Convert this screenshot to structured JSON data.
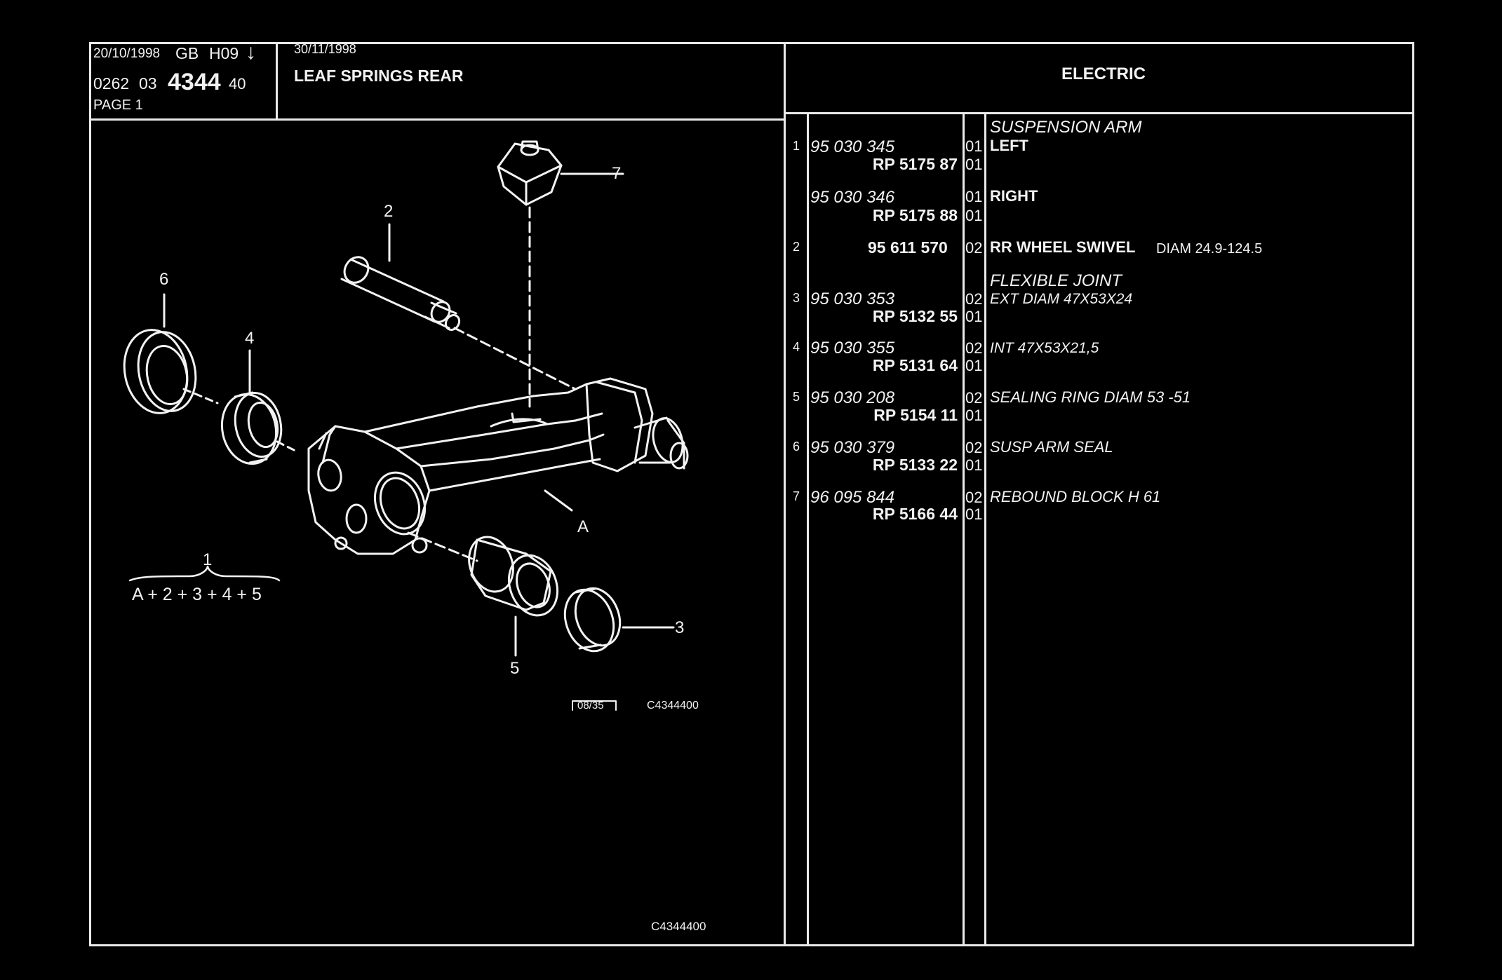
{
  "header": {
    "date1": "20/10/1998",
    "country": "GB",
    "code_h": "H09",
    "arrow_glyph": "↓",
    "num_a": "0262",
    "num_b": "03",
    "num_main": "4344",
    "num_c": "40",
    "page": "PAGE 1",
    "date2": "30/11/1998",
    "title": "LEAF SPRINGS REAR",
    "right_title": "ELECTRIC"
  },
  "diagram": {
    "callouts": [
      "7",
      "2",
      "6",
      "4",
      "A",
      "1",
      "3",
      "5"
    ],
    "formula": "A + 2 + 3 + 4 + 5",
    "boxed_code": "08/35",
    "image_code": "C4344400",
    "footer_code": "C4344400"
  },
  "parts": {
    "group_title": "SUSPENSION ARM",
    "flex_title": "FLEXIBLE JOINT",
    "rows": [
      {
        "idx": "1",
        "ref": "95 030 345",
        "code": "01",
        "desc_b": "LEFT",
        "desc_n": "",
        "rp": "RP  5175 87",
        "code2": "01"
      },
      {
        "idx": "",
        "ref": "95 030 346",
        "code": "01",
        "desc_b": "RIGHT",
        "desc_n": "",
        "rp": "RP  5175 88",
        "code2": "01"
      },
      {
        "idx": "2",
        "ref": "95 611 570",
        "code": "02",
        "desc_b": "RR WHEEL SWIVEL",
        "desc_n": "DIAM 24.9-124.5",
        "rp": "",
        "code2": ""
      },
      {
        "idx": "3",
        "ref": "95 030 353",
        "code": "02",
        "desc_b": "",
        "desc_n": "EXT DIAM 47X53X24",
        "rp": "RP  5132 55",
        "code2": "01"
      },
      {
        "idx": "4",
        "ref": "95 030 355",
        "code": "02",
        "desc_b": "",
        "desc_n": "INT 47X53X21,5",
        "rp": "RP  5131 64",
        "code2": "01"
      },
      {
        "idx": "5",
        "ref": "95 030 208",
        "code": "02",
        "desc_b": "",
        "desc_n": "SEALING RING DIAM 53 -51",
        "rp": "RP  5154 11",
        "code2": "01"
      },
      {
        "idx": "6",
        "ref": "95 030 379",
        "code": "02",
        "desc_b": "",
        "desc_n": "SUSP ARM SEAL",
        "rp": "RP  5133 22",
        "code2": "01"
      },
      {
        "idx": "7",
        "ref": "96 095 844",
        "code": "02",
        "desc_b": "",
        "desc_n": "REBOUND BLOCK H 61",
        "rp": "RP  5166 44",
        "code2": "01"
      }
    ]
  }
}
